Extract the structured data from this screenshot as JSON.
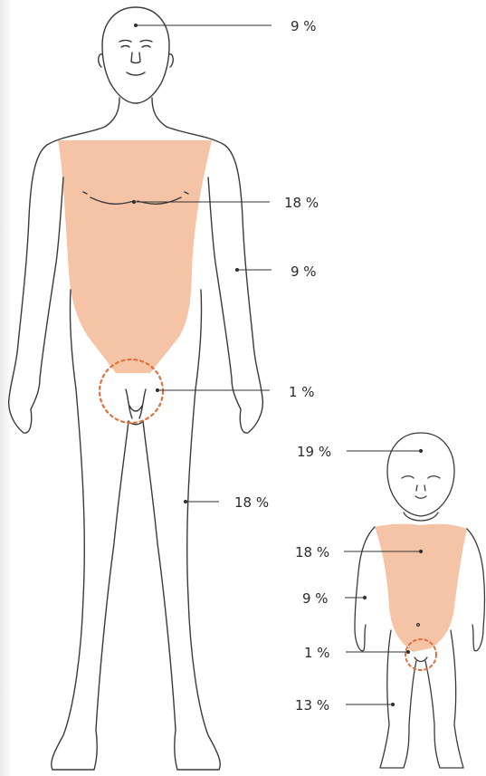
{
  "colors": {
    "highlight": "#f5c4a7",
    "outline": "#3a3a3a",
    "genital_ring": "#e0703e",
    "leader": "#333333"
  },
  "adult": {
    "labels": {
      "head": "9 %",
      "trunk": "18 %",
      "arm": "9 %",
      "genitals": "1 %",
      "leg": "18 %"
    }
  },
  "infant": {
    "labels": {
      "head": "19 %",
      "trunk": "18 %",
      "arm": "9 %",
      "genitals": "1 %",
      "leg": "13 %"
    }
  }
}
